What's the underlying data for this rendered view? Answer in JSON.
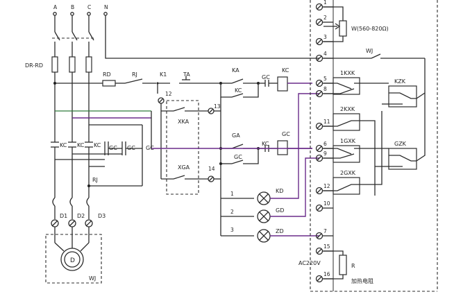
{
  "phases": [
    "A",
    "B",
    "C",
    "N"
  ],
  "breaker": "DR-RD",
  "left_labels": {
    "rd": "RD",
    "rj": "RJ",
    "k1": "K1",
    "ta": "TA",
    "ka": "KA",
    "kc_coil_top": "KC",
    "gc_top": "GC",
    "kc_contact_top": "KC",
    "xka": "XKA",
    "ga": "GA",
    "gc_mid": "GC",
    "gc_coil": "GC",
    "kc_mid": "KC",
    "xga": "XGA",
    "kc1": "KC",
    "kc2": "KC",
    "kc3": "KC",
    "gc1": "GC",
    "gc2": "GC",
    "gc3": "GC",
    "rj_low": "RJ",
    "kd": "KD",
    "gd": "GD",
    "zd": "ZD",
    "d1": "D1",
    "d2": "D2",
    "d3": "D3",
    "motor_d": "D",
    "motor_wj": "WJ"
  },
  "node_numbers": {
    "n12": "12",
    "n13": "13",
    "n14": "14",
    "n1": "1",
    "n2": "2",
    "n3": "3"
  },
  "terminals": [
    "1",
    "2",
    "3",
    "4",
    "5",
    "8",
    "11",
    "6",
    "9",
    "12",
    "10",
    "7",
    "15",
    "16"
  ],
  "right_labels": {
    "pot": "W(560-820Ω)",
    "wj": "WJ",
    "kxk1": "1KXK",
    "kxk2": "2KXK",
    "gxk1": "1GXK",
    "gxk2": "2GXK",
    "kzk": "KZK",
    "gzk": "GZK",
    "ac": "AC220V",
    "r": "R",
    "heater": "加热电阻"
  }
}
